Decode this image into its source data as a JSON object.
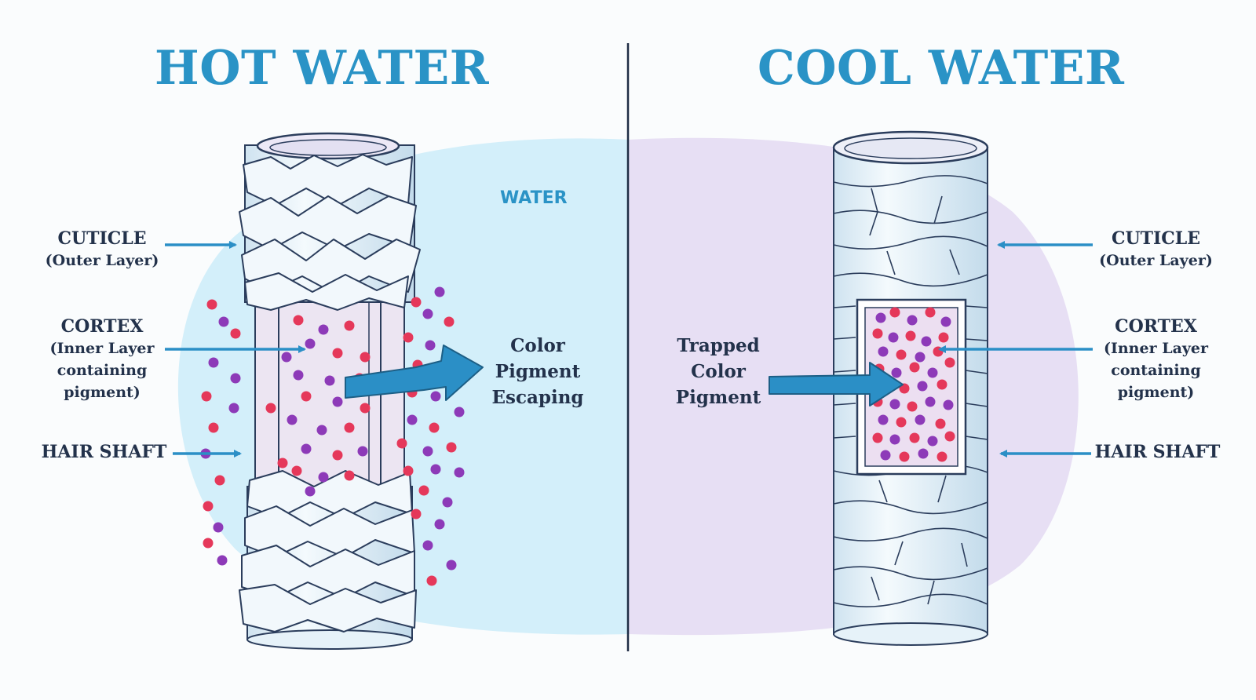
{
  "hot": {
    "title": "HOT WATER",
    "water_label": "WATER",
    "cuticle": {
      "main": "CUTICLE",
      "sub": "(Outer Layer)"
    },
    "cortex": {
      "main": "CORTEX",
      "sub1": "(Inner Layer",
      "sub2": "containing",
      "sub3": "pigment)"
    },
    "hair_shaft": "HAIR SHAFT",
    "pigment_label": [
      "Color",
      "Pigment",
      "Escaping"
    ]
  },
  "cool": {
    "title": "COOL WATER",
    "cuticle": {
      "main": "CUTICLE",
      "sub": "(Outer Layer)"
    },
    "cortex": {
      "main": "CORTEX",
      "sub1": "(Inner Layer",
      "sub2": "containing",
      "sub3": "pigment)"
    },
    "hair_shaft": "HAIR SHAFT",
    "pigment_label": [
      "Trapped",
      "Color",
      "Pigment"
    ]
  },
  "colors": {
    "title_blue": "#2a93c6",
    "label_navy": "#23324b",
    "hot_blob": "#d3effa",
    "cool_blob": "#e7dff4",
    "arrow_blue": "#2b8fc6",
    "pigment_red": "#e5385a",
    "pigment_purple": "#8d3ab8"
  }
}
